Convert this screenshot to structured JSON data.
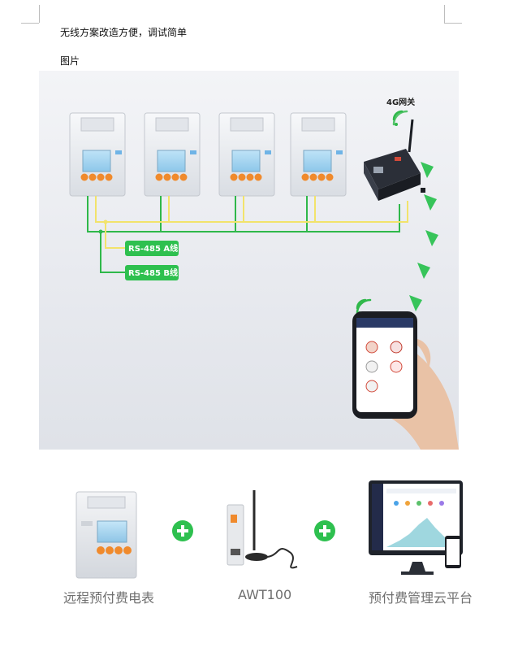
{
  "document": {
    "line1": "无线方案改造方便，调试简单",
    "line2": "图片"
  },
  "diagram": {
    "gateway_label": "4G网关",
    "bus_a_label": "RS-485 A线",
    "bus_b_label": "RS-485 B线",
    "meter_count": 4,
    "colors": {
      "bus_green": "#2fb84a",
      "bus_yellow": "#f2e36b",
      "label_bg": "#2ec04f",
      "button_orange": "#f08a2c",
      "signal_arrow": "#37c45a"
    }
  },
  "products": {
    "items": [
      {
        "caption": "远程预付费电表"
      },
      {
        "caption": "AWT100"
      },
      {
        "caption": "预付费管理云平台"
      }
    ],
    "plus_color": "#2ec04f"
  }
}
